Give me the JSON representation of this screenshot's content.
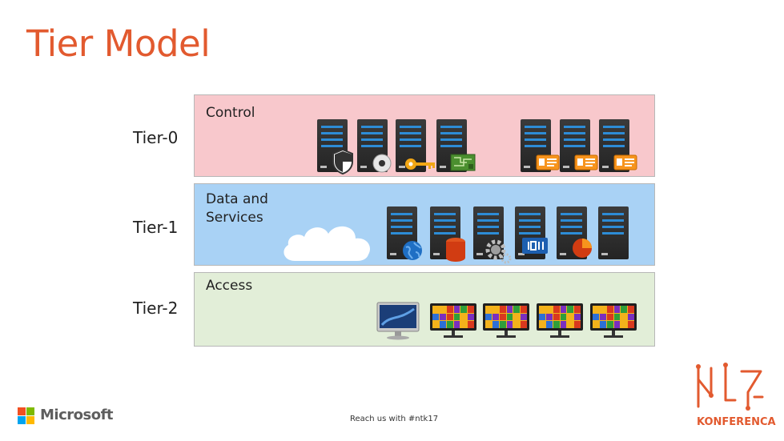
{
  "title": "Tier Model",
  "tiers": [
    {
      "label": "Tier-0",
      "band_title": "Control",
      "color": "#f8c8cc"
    },
    {
      "label": "Tier-1",
      "band_title": "Data and\nServices",
      "color": "#a9d2f5"
    },
    {
      "label": "Tier-2",
      "band_title": "Access",
      "color": "#e2eed8"
    }
  ],
  "footer": {
    "contact": "Reach us with #ntk17",
    "brand": "Microsoft",
    "event": "KONFERENCA"
  },
  "colors": {
    "accent": "#e25a2f",
    "server_bar": "#2d8cd6"
  }
}
